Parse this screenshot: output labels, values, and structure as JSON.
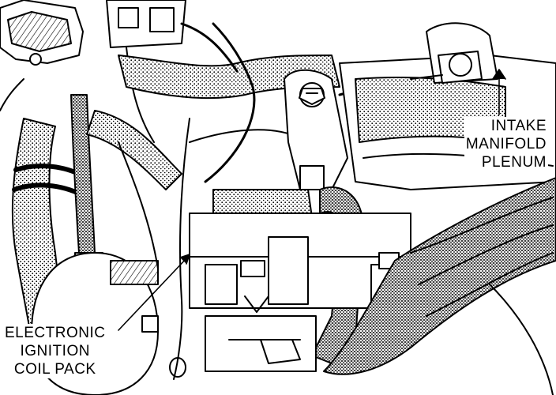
{
  "labels": {
    "intake": [
      "INTAKE",
      "MANIFOLD",
      "PLENUM"
    ],
    "coil": [
      "ELECTRONIC",
      "IGNITION",
      "COIL PACK"
    ]
  },
  "colors": {
    "ink": "#000000",
    "paper": "#ffffff",
    "stipple": "#555555"
  }
}
